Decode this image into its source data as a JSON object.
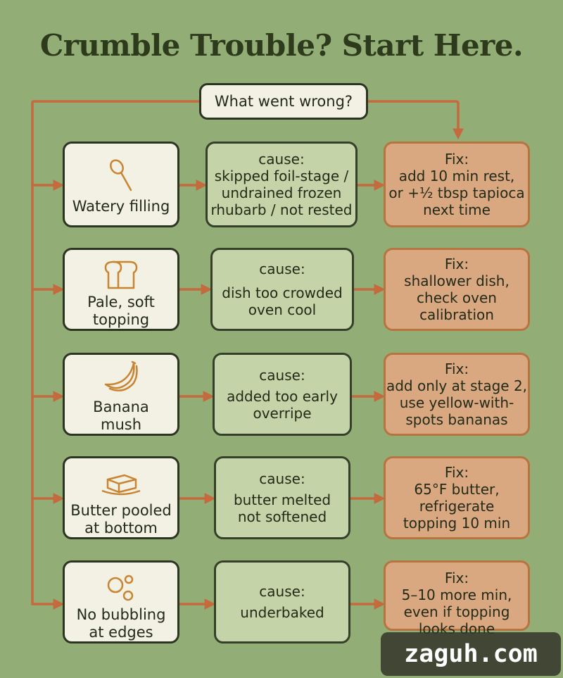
{
  "title": "Crumble Trouble? Start Here.",
  "start": "What went wrong?",
  "colors": {
    "background": "#93ad76",
    "arrow": "#c46a3c",
    "problem_fill": "#f2f1e4",
    "cause_fill": "#c5d4a8",
    "fix_fill": "#d9a880"
  },
  "rows": [
    {
      "icon": "spoon-icon",
      "problem": [
        "Watery filling"
      ],
      "cause_label": "cause:",
      "cause": [
        "skipped foil-stage /",
        "undrained frozen",
        "rhubarb / not rested"
      ],
      "fix_label": "Fix:",
      "fix": [
        "add 10 min rest,",
        "or +½ tbsp tapioca",
        "next time"
      ]
    },
    {
      "icon": "bread-icon",
      "problem": [
        "Pale, soft",
        "topping"
      ],
      "cause_label": "cause:",
      "cause": [
        "dish too crowded",
        "oven cool"
      ],
      "fix_label": "Fix:",
      "fix": [
        "shallower dish,",
        "check oven",
        "calibration"
      ]
    },
    {
      "icon": "banana-icon",
      "problem": [
        "Banana",
        "mush"
      ],
      "cause_label": "cause:",
      "cause": [
        "added too early",
        "overripe"
      ],
      "fix_label": "Fix:",
      "fix": [
        "add only at stage 2,",
        "use yellow-with-",
        "spots bananas"
      ]
    },
    {
      "icon": "butter-icon",
      "problem": [
        "Butter pooled",
        "at bottom"
      ],
      "cause_label": "cause:",
      "cause": [
        "butter melted",
        "not softened"
      ],
      "fix_label": "Fix:",
      "fix": [
        "65°F butter,",
        "refrigerate",
        "topping 10 min"
      ]
    },
    {
      "icon": "bubbles-icon",
      "problem": [
        "No bubbling",
        "at edges"
      ],
      "cause_label": "cause:",
      "cause": [
        "underbaked"
      ],
      "fix_label": "Fix:",
      "fix": [
        "5–10 more min,",
        "even if topping",
        "looks done"
      ]
    }
  ],
  "watermark": "zaguh.com"
}
